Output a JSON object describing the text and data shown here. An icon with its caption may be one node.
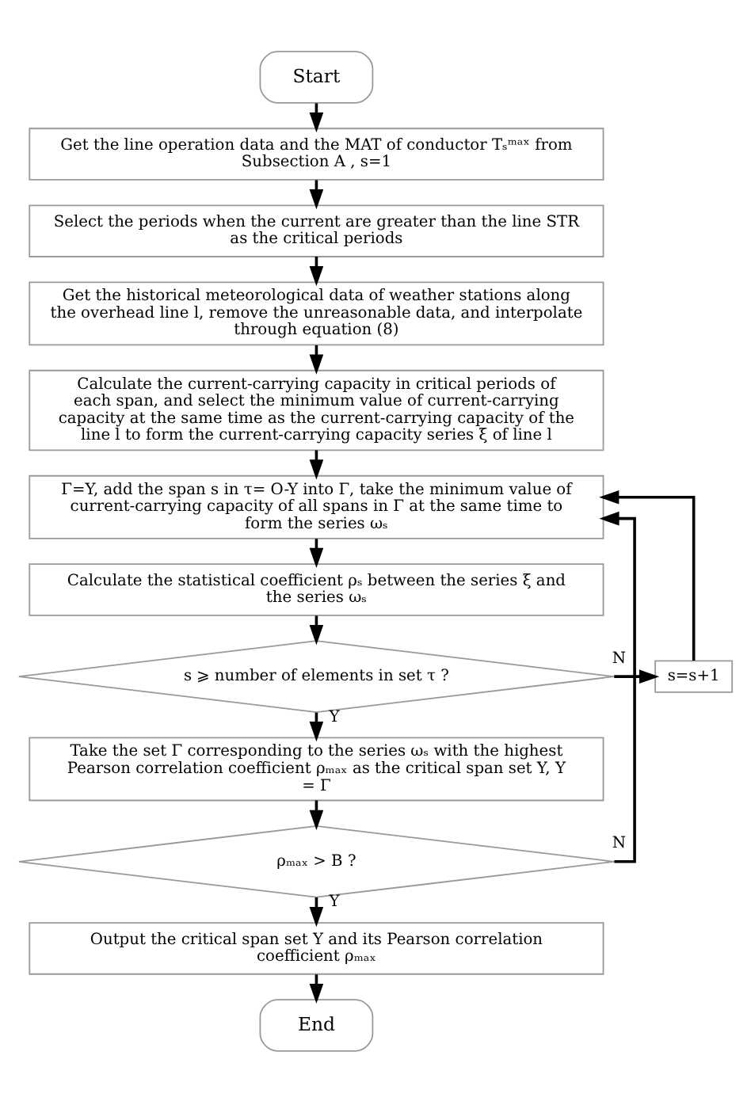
{
  "diagram": {
    "nodes": [
      {
        "text": [
          "Start"
        ]
      },
      {
        "text": [
          "Get the line operation data and the MAT of conductor Tₛᵐᵃˣ from Subsection A , s=1"
        ]
      },
      {
        "text": [
          "Select the periods when the current are greater than the line STR as the critical periods"
        ]
      },
      {
        "text": [
          "Get the historical meteorological data of weather stations along the overhead line l, remove the unreasonable data, and interpolate through equation (8)"
        ]
      },
      {
        "text": [
          "Calculate the current-carrying capacity in critical periods of each span, and select the minimum value of current-carrying capacity at the same time as the current-carrying capacity of the line l to form the current-carrying capacity series ξ of line l"
        ]
      },
      {
        "text": [
          "Γ=Y, add the span s in τ= O-Y into Γ, take the minimum value of current-carrying capacity of all spans in Γ at the same time to form the series ωₛ"
        ]
      },
      {
        "text": [
          "Calculate the statistical coefficient ρₛ between the series ξ and the series ωₛ"
        ]
      },
      {
        "text": [
          "s ⩾ number of elements in set τ ?"
        ]
      },
      {
        "text": [
          "s=s+1"
        ]
      },
      {
        "text": [
          "Take the set Γ corresponding to the series ωₛ with the highest Pearson correlation coefficient ρₘₐₓ as the critical span set Y, Y = Γ"
        ]
      },
      {
        "text": [
          "ρₘₐₓ > B ?"
        ]
      },
      {
        "text": [
          "Output the critical span set Y and its Pearson correlation coefficient ρₘₐₓ"
        ]
      },
      {
        "text": [
          "End"
        ]
      }
    ],
    "edges": [
      {
        "from": 0,
        "to": 1,
        "arrow": "to"
      },
      {
        "from": 1,
        "to": 2,
        "arrow": "to"
      },
      {
        "from": 2,
        "to": 3,
        "arrow": "to"
      },
      {
        "from": 3,
        "to": 4,
        "arrow": "to"
      },
      {
        "from": 4,
        "to": 5,
        "arrow": "to"
      },
      {
        "from": 5,
        "to": 6,
        "arrow": "to"
      },
      {
        "from": 6,
        "to": 7,
        "arrow": "to"
      },
      {
        "from": 7,
        "to": 8,
        "arrow": "to",
        "label": "N"
      },
      {
        "from": 8,
        "to": 5,
        "arrow": "to"
      },
      {
        "from": 7,
        "to": 9,
        "arrow": "to",
        "label": "Y"
      },
      {
        "from": 9,
        "to": 10,
        "arrow": "to"
      },
      {
        "from": 10,
        "to": 5,
        "arrow": "to",
        "label": "N"
      },
      {
        "from": 10,
        "to": 11,
        "arrow": "to",
        "label": "Y"
      },
      {
        "from": 11,
        "to": 12,
        "arrow": "to"
      }
    ]
  }
}
